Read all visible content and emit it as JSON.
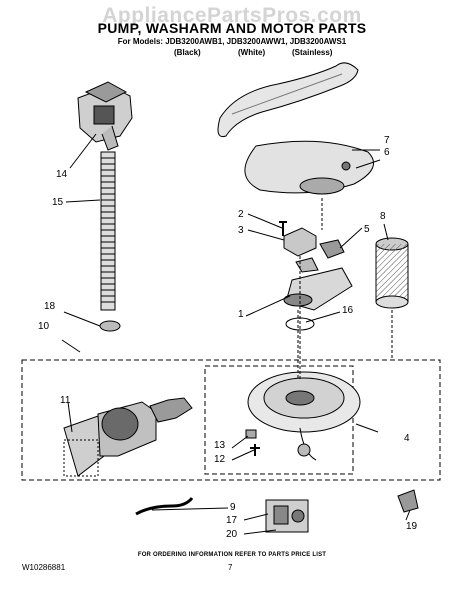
{
  "watermark": "AppliancePartsPros.com",
  "title": "PUMP, WASHARM AND MOTOR PARTS",
  "models_line": "For Models: JDB3200AWB1, JDB3200AWW1, JDB3200AWS1",
  "colors": {
    "black": "(Black)",
    "white": "(White)",
    "stainless": "(Stainless)"
  },
  "callouts": {
    "c1": "1",
    "c2": "2",
    "c3": "3",
    "c4": "4",
    "c5": "5",
    "c6": "6",
    "c7": "7",
    "c8": "8",
    "c9": "9",
    "c10": "10",
    "c11": "11",
    "c12": "12",
    "c13": "13",
    "c14": "14",
    "c15": "15",
    "c16": "16",
    "c17": "17",
    "c18": "18",
    "c19": "19",
    "c20": "20"
  },
  "footer": "FOR ORDERING INFORMATION REFER TO PARTS PRICE LIST",
  "doc_id": "W10286881",
  "page_number": "7"
}
